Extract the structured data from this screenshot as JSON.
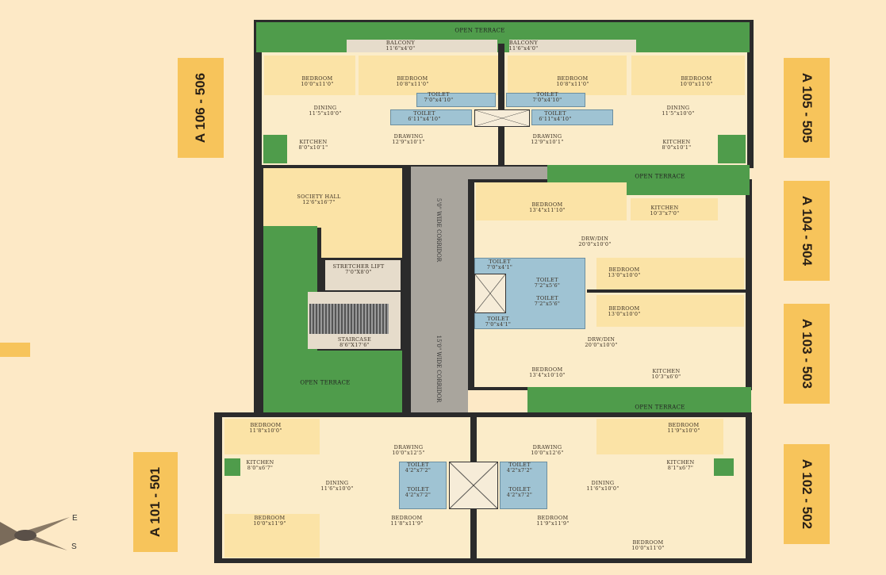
{
  "title": "Typical Floor Plan",
  "units": [
    "A 106 - 506",
    "A 105 - 505",
    "A 104 - 504",
    "A 103 - 503",
    "A 101 - 501",
    "A 102 - 502"
  ],
  "terrace_label": "OPEN TERRACE",
  "corridors": [
    "5'0\" WIDE CORRIDOR",
    "15'0\" WIDE CORRIDOR"
  ],
  "compass": {
    "east": "E",
    "south": "S"
  },
  "rooms": [
    {
      "name": "BALCONY",
      "dim": "11'6\"x4'0\""
    },
    {
      "name": "BALCONY",
      "dim": "11'6\"x4'0\""
    },
    {
      "name": "BEDROOM",
      "dim": "10'0\"x11'0\""
    },
    {
      "name": "BEDROOM",
      "dim": "10'8\"x11'0\""
    },
    {
      "name": "BEDROOM",
      "dim": "10'8\"x11'0\""
    },
    {
      "name": "BEDROOM",
      "dim": "10'0\"x11'0\""
    },
    {
      "name": "TOILET",
      "dim": "7'0\"x4'10\""
    },
    {
      "name": "TOILET",
      "dim": "7'0\"x4'10\""
    },
    {
      "name": "TOILET",
      "dim": "6'11\"x4'10\""
    },
    {
      "name": "TOILET",
      "dim": "6'11\"x4'10\""
    },
    {
      "name": "DINING",
      "dim": "11'5\"x10'0\""
    },
    {
      "name": "DINING",
      "dim": "11'5\"x10'0\""
    },
    {
      "name": "KITCHEN",
      "dim": "8'0\"x10'1\""
    },
    {
      "name": "KITCHEN",
      "dim": "8'0\"x10'1\""
    },
    {
      "name": "DRAWING",
      "dim": "12'9\"x10'1\""
    },
    {
      "name": "DRAWING",
      "dim": "12'9\"x10'1\""
    },
    {
      "name": "SOCIETY HALL",
      "dim": "12'6\"x16'7\""
    },
    {
      "name": "STRETCHER LIFT",
      "dim": "7'0\"X8'0\""
    },
    {
      "name": "STAIRCASE",
      "dim": "8'6\"X17'6\""
    },
    {
      "name": "BEDROOM",
      "dim": "13'4\"x11'10\""
    },
    {
      "name": "KITCHEN",
      "dim": "10'3\"x7'0\""
    },
    {
      "name": "DRW/DIN",
      "dim": "20'0\"x10'0\""
    },
    {
      "name": "TOILET",
      "dim": "7'0\"x4'1\""
    },
    {
      "name": "TOILET",
      "dim": "7'2\"x5'6\""
    },
    {
      "name": "TOILET",
      "dim": "7'2\"x5'6\""
    },
    {
      "name": "TOILET",
      "dim": "7'0\"x4'1\""
    },
    {
      "name": "BEDROOM",
      "dim": "13'0\"x10'0\""
    },
    {
      "name": "BEDROOM",
      "dim": "13'0\"x10'0\""
    },
    {
      "name": "DRW/DIN",
      "dim": "20'0\"x10'0\""
    },
    {
      "name": "BEDROOM",
      "dim": "13'4\"x10'10\""
    },
    {
      "name": "KITCHEN",
      "dim": "10'3\"x6'0\""
    },
    {
      "name": "BEDROOM",
      "dim": "11'8\"x10'0\""
    },
    {
      "name": "DRAWING",
      "dim": "10'0\"x12'5\""
    },
    {
      "name": "DRAWING",
      "dim": "10'0\"x12'6\""
    },
    {
      "name": "BEDROOM",
      "dim": "11'9\"x10'0\""
    },
    {
      "name": "KITCHEN",
      "dim": "8'0\"x6'7\""
    },
    {
      "name": "KITCHEN",
      "dim": "8'1\"x6'7\""
    },
    {
      "name": "DINING",
      "dim": "11'6\"x10'0\""
    },
    {
      "name": "DINING",
      "dim": "11'6\"x10'0\""
    },
    {
      "name": "TOILET",
      "dim": "4'2\"x7'2\""
    },
    {
      "name": "TOILET",
      "dim": "4'2\"x7'2\""
    },
    {
      "name": "TOILET",
      "dim": "4'2\"x7'2\""
    },
    {
      "name": "TOILET",
      "dim": "4'2\"x7'2\""
    },
    {
      "name": "BEDROOM",
      "dim": "10'0\"x11'9\""
    },
    {
      "name": "BEDROOM",
      "dim": "11'8\"x11'9\""
    },
    {
      "name": "BEDROOM",
      "dim": "11'9\"x11'9\""
    },
    {
      "name": "BEDROOM",
      "dim": "10'0\"x11'0\""
    }
  ],
  "colors": {
    "background": "#fde9c6",
    "terrace": "#4f9c4b",
    "wall": "#2b2b2b",
    "corridor": "#a9a59d",
    "toilet": "#9fc3d3",
    "tag": "#f7c45b"
  }
}
